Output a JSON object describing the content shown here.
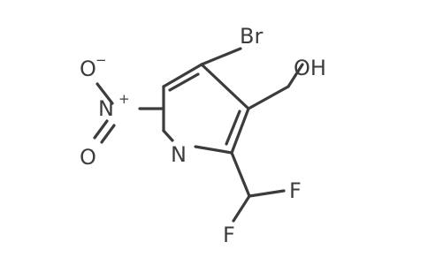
{
  "molecule": {
    "atoms": {
      "br": "Br",
      "oh": "OH",
      "n_ring": "N",
      "n_nitro": "N",
      "n_nitro_charge": "+",
      "o_top": "O",
      "o_top_charge": "−",
      "o_bottom": "O",
      "f_right": "F",
      "f_bottom": "F"
    },
    "colors": {
      "ink": "#3c3c3c",
      "background": "#ffffff"
    }
  }
}
